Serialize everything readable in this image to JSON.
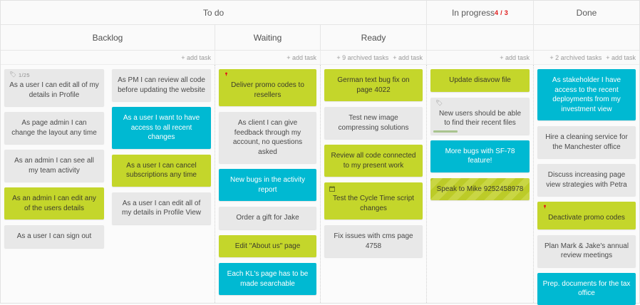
{
  "board": {
    "groups": [
      {
        "label": "To do"
      },
      {
        "label": "In progress",
        "wip": "4 / 3"
      },
      {
        "label": "Done"
      }
    ],
    "colors": {
      "green": "#c4d62b",
      "cyan": "#00b9d2",
      "grey": "#e8e8e8",
      "wip_warning": "#e01b1b",
      "progress_bar": "#a9c48f"
    },
    "add_task_label": "+ add task",
    "columns": [
      {
        "name": "Backlog",
        "title": "Backlog",
        "archived": "",
        "add_task": "+ add task",
        "lanes": [
          {
            "cards": [
              {
                "text": "As a user I can edit all of my details in Profile",
                "color": "grey",
                "icon": "tag-icon",
                "tag": "1/25"
              },
              {
                "text": "As page admin I can change the layout any time",
                "color": "grey"
              },
              {
                "text": "As an admin I can see all my team activity",
                "color": "grey"
              },
              {
                "text": "As an admin I can edit any of the users details",
                "color": "green"
              },
              {
                "text": "As a user I can sign out",
                "color": "grey"
              }
            ]
          },
          {
            "cards": [
              {
                "text": "As PM I can review all code before updating the website",
                "color": "grey"
              },
              {
                "text": "As a user I want to have access to all recent changes",
                "color": "cyan"
              },
              {
                "text": "As a user I can cancel subscriptions any time",
                "color": "green"
              },
              {
                "text": "As a user I can edit all of my details in Profile View",
                "color": "grey"
              }
            ]
          }
        ]
      },
      {
        "name": "Waiting",
        "title": "Waiting",
        "archived": "",
        "add_task": "+ add task",
        "cards": [
          {
            "text": "Deliver promo codes to resellers",
            "color": "green",
            "icon": "pin-icon"
          },
          {
            "text": "As client I can give feedback through my account, no questions asked",
            "color": "grey"
          },
          {
            "text": "New bugs in the activity report",
            "color": "cyan"
          },
          {
            "text": "Order a gift for Jake",
            "color": "grey"
          },
          {
            "text": "Edit \"About us\" page",
            "color": "green"
          },
          {
            "text": "Each KL's page has to be made searchable",
            "color": "cyan"
          }
        ]
      },
      {
        "name": "Ready",
        "title": "Ready",
        "archived": "+ 9 archived tasks",
        "add_task": "+ add task",
        "cards": [
          {
            "text": "German text bug fix on page 4022",
            "color": "green"
          },
          {
            "text": "Test new image compressing solutions",
            "color": "grey"
          },
          {
            "text": "Review all code connected to my present work",
            "color": "green"
          },
          {
            "text": "Test the Cycle Time script changes",
            "color": "green",
            "icon": "calendar-icon"
          },
          {
            "text": "Fix issues with cms page 4758",
            "color": "grey"
          }
        ]
      },
      {
        "name": "In progress",
        "title": "In progress",
        "wip": "4 / 3",
        "archived": "",
        "add_task": "+ add task",
        "cards": [
          {
            "text": "Update disavow file",
            "color": "green"
          },
          {
            "text": "New users should be able to find their recent files",
            "color": "grey",
            "icon": "tag-icon",
            "progress": true
          },
          {
            "text": "More bugs with SF-78 feature!",
            "color": "cyan"
          },
          {
            "text": "Speak to Mike 9252458978",
            "color": "striped"
          }
        ]
      },
      {
        "name": "Done",
        "title": "Done",
        "archived": "+ 2 archived tasks",
        "add_task": "+ add task",
        "cards": [
          {
            "text": "As stakeholder I have access to the recent deployments from my investment view",
            "color": "cyan"
          },
          {
            "text": "Hire a cleaning service for the Manchester office",
            "color": "grey"
          },
          {
            "text": "Discuss increasing page view strategies with Petra",
            "color": "grey"
          },
          {
            "text": "Deactivate promo codes",
            "color": "green",
            "icon": "pin-icon"
          },
          {
            "text": "Plan Mark & Jake's annual review meetings",
            "color": "grey"
          },
          {
            "text": "Prep. documents for the tax office",
            "color": "cyan"
          }
        ]
      }
    ]
  }
}
